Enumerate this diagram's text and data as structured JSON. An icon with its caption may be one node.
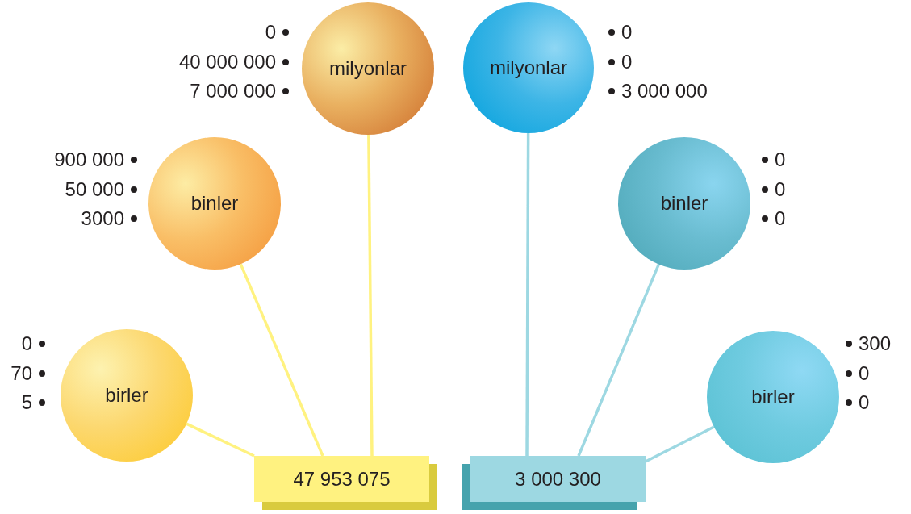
{
  "diagram": {
    "nodes": [
      {
        "text": [
          "milyonlar"
        ],
        "beside": [
          "0",
          "40 000 000",
          "7 000 000"
        ]
      },
      {
        "text": [
          "milyonlar"
        ],
        "beside": [
          "0",
          "0",
          "3 000 000"
        ]
      },
      {
        "text": [
          "binler"
        ],
        "beside": [
          "900 000",
          "50 000",
          "3000"
        ]
      },
      {
        "text": [
          "binler"
        ],
        "beside": [
          "0",
          "0",
          "0"
        ]
      },
      {
        "text": [
          "birler"
        ],
        "beside": [
          "0",
          "70",
          "5"
        ]
      },
      {
        "text": [
          "birler"
        ],
        "beside": [
          "300",
          "0",
          "0"
        ]
      },
      {
        "text": [
          "47 953 075"
        ]
      },
      {
        "text": [
          "3 000 300"
        ]
      }
    ],
    "edges": [
      {
        "from": 0,
        "to": 6,
        "arrow": "none",
        "color": "#fff280"
      },
      {
        "from": 2,
        "to": 6,
        "arrow": "none",
        "color": "#fff280"
      },
      {
        "from": 4,
        "to": 6,
        "arrow": "none",
        "color": "#fff280"
      },
      {
        "from": 1,
        "to": 7,
        "arrow": "none",
        "color": "#9dd8e2"
      },
      {
        "from": 3,
        "to": 7,
        "arrow": "none",
        "color": "#9dd8e2"
      },
      {
        "from": 5,
        "to": 7,
        "arrow": "none",
        "color": "#9dd8e2"
      }
    ]
  }
}
